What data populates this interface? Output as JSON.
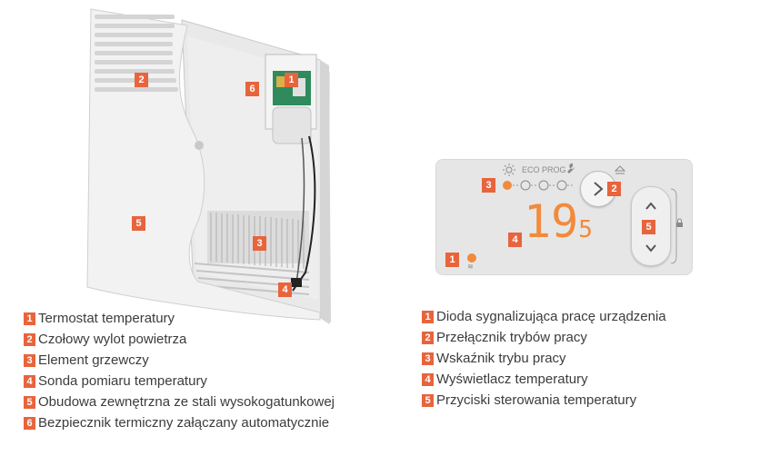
{
  "heater_callouts": [
    "1",
    "2",
    "3",
    "4",
    "5",
    "6"
  ],
  "panel": {
    "mode_labels": [
      "ECO",
      "PROG"
    ],
    "temperature_big": "19",
    "temperature_small": "5",
    "callouts": [
      "1",
      "2",
      "3",
      "4",
      "5"
    ]
  },
  "legend_left": [
    {
      "num": "1",
      "text": "Termostat temperatury"
    },
    {
      "num": "2",
      "text": "Czołowy wylot powietrza"
    },
    {
      "num": "3",
      "text": "Element grzewczy"
    },
    {
      "num": "4",
      "text": "Sonda pomiaru temperatury"
    },
    {
      "num": "5",
      "text": "Obudowa zewnętrzna ze stali wysokogatunkowej"
    },
    {
      "num": "6",
      "text": "Bezpiecznik termiczny załączany automatycznie"
    }
  ],
  "legend_right": [
    {
      "num": "1",
      "text": "Dioda sygnalizująca pracę urządzenia"
    },
    {
      "num": "2",
      "text": "Przełącznik trybów pracy"
    },
    {
      "num": "3",
      "text": "Wskaźnik trybu pracy"
    },
    {
      "num": "4",
      "text": "Wyświetlacz temperatury"
    },
    {
      "num": "5",
      "text": "Przyciski sterowania temperatury"
    }
  ],
  "colors": {
    "accent": "#e8643c",
    "panel": "#e6e6e6",
    "led": "#f28a3c"
  }
}
